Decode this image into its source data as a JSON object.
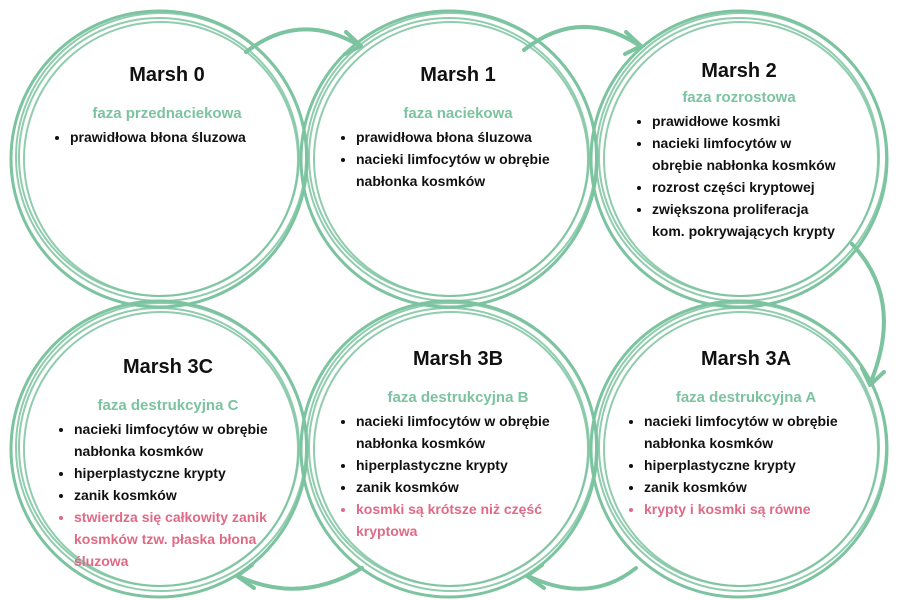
{
  "colors": {
    "ring": "#7cc3a0",
    "phase": "#7cc3a0",
    "highlight": "#e06a86",
    "text": "#111111"
  },
  "stages": [
    {
      "title": "Marsh 0",
      "phase": "faza przednaciekowa",
      "items": [
        {
          "text": "prawidłowa błona śluzowa",
          "highlight": false
        }
      ]
    },
    {
      "title": "Marsh 1",
      "phase": "faza naciekowa",
      "items": [
        {
          "text": "prawidłowa błona śluzowa",
          "highlight": false
        },
        {
          "text": "nacieki limfocytów w obrębie nabłonka kosmków",
          "highlight": false
        }
      ]
    },
    {
      "title": "Marsh 2",
      "phase": "faza rozrostowa",
      "items": [
        {
          "text": "prawidłowe kosmki",
          "highlight": false
        },
        {
          "text": "nacieki limfocytów w obrębie nabłonka kosmków",
          "highlight": false
        },
        {
          "text": "rozrost części kryptowej",
          "highlight": false
        },
        {
          "text": "zwiększona proliferacja kom. pokrywających krypty",
          "highlight": false
        }
      ]
    },
    {
      "title": "Marsh 3A",
      "phase": "faza destrukcyjna A",
      "items": [
        {
          "text": "nacieki limfocytów w obrębie nabłonka kosmków",
          "highlight": false
        },
        {
          "text": "hiperplastyczne krypty",
          "highlight": false
        },
        {
          "text": "zanik kosmków",
          "highlight": false
        },
        {
          "text": "krypty i kosmki są równe",
          "highlight": true
        }
      ]
    },
    {
      "title": "Marsh 3B",
      "phase": "faza destrukcyjna B",
      "items": [
        {
          "text": "nacieki limfocytów w obrębie nabłonka kosmków",
          "highlight": false
        },
        {
          "text": "hiperplastyczne krypty",
          "highlight": false
        },
        {
          "text": "zanik kosmków",
          "highlight": false
        },
        {
          "text": "kosmki są krótsze niż część kryptowa",
          "highlight": true
        }
      ]
    },
    {
      "title": "Marsh 3C",
      "phase": "faza destrukcyjna C",
      "items": [
        {
          "text": "nacieki limfocytów w obrębie nabłonka kosmków",
          "highlight": false
        },
        {
          "text": "hiperplastyczne krypty",
          "highlight": false
        },
        {
          "text": "zanik kosmków",
          "highlight": false
        },
        {
          "text": "stwierdza się całkowity zanik kosmków tzw. płaska błona śluzowa",
          "highlight": true
        }
      ]
    }
  ]
}
